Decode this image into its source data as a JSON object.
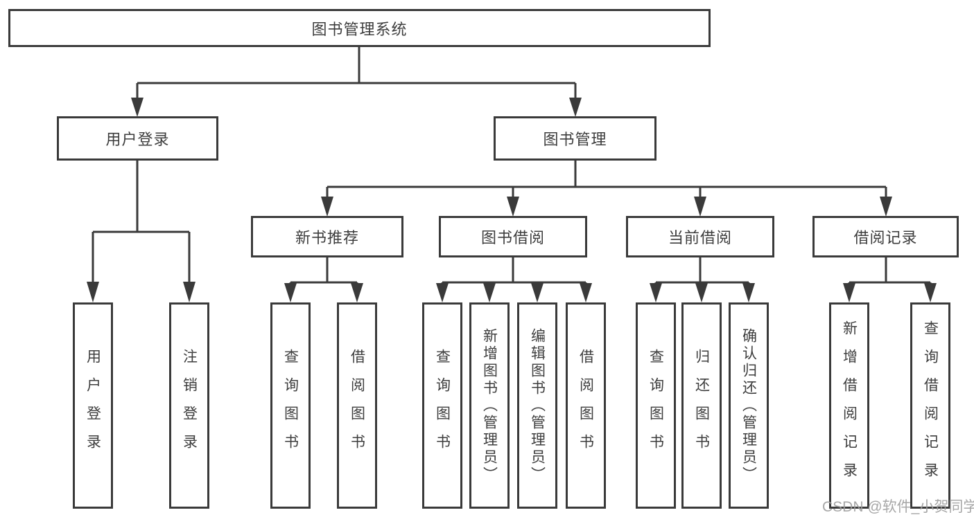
{
  "diagram": {
    "root": "图书管理系统",
    "level2": {
      "user_login": "用户登录",
      "book_management": "图书管理"
    },
    "level3": {
      "new_books": "新书推荐",
      "book_borrowing": "图书借阅",
      "current_borrowing": "当前借阅",
      "borrowing_records": "借阅记录"
    },
    "leaves": {
      "user_login": [
        "用户登录",
        "注销登录"
      ],
      "new_books": [
        "查询图书",
        "借阅图书"
      ],
      "book_borrowing": [
        "查询图书",
        "新增图书（管理员）",
        "编辑图书（管理员）",
        "借阅图书"
      ],
      "current_borrowing": [
        "查询图书",
        "归还图书",
        "确认归还（管理员）"
      ],
      "borrowing_records": [
        "新增借阅记录",
        "查询借阅记录"
      ]
    },
    "watermark": "CSDN @软件_小贺同学",
    "colors": {
      "background": "#ffffff",
      "line": "#3a3a3a",
      "box_border": "#3a3a3a",
      "box_fill": "#ffffff",
      "text": "#3d3d3d",
      "watermark": "#9e9e9e"
    }
  }
}
